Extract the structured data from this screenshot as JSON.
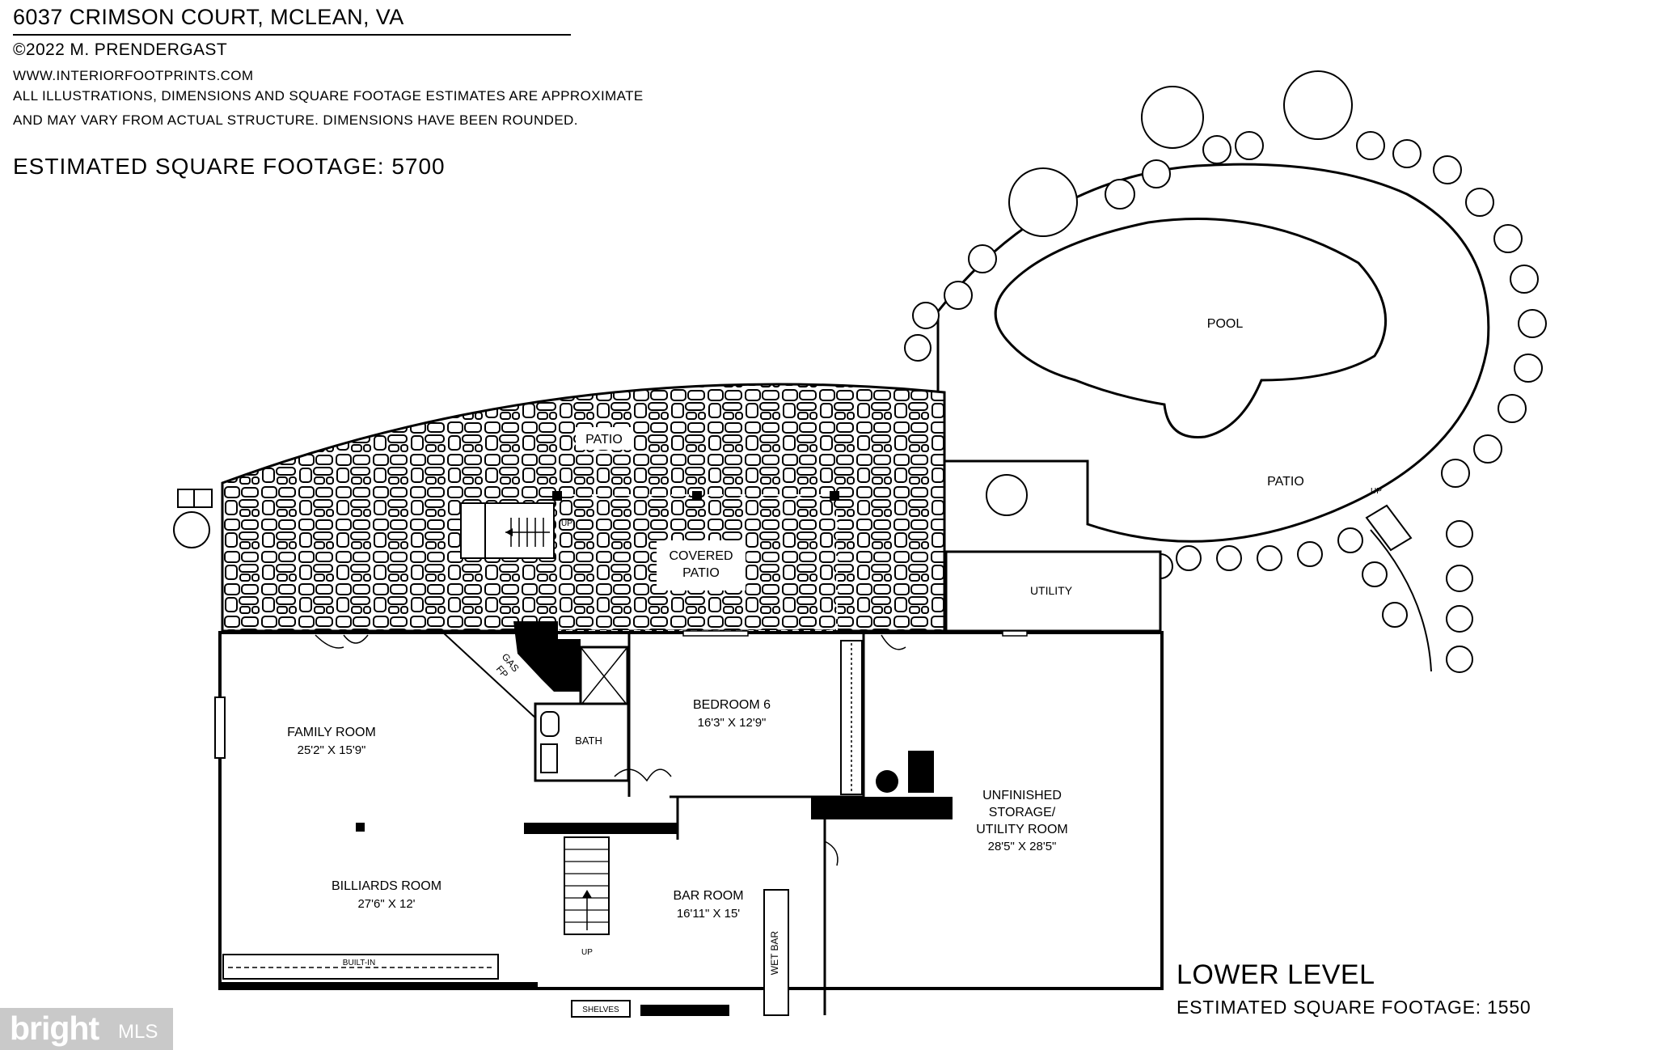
{
  "header": {
    "address": "6037 CRIMSON COURT, MCLEAN, VA",
    "copyright": "©2022 M. PRENDERGAST",
    "website": "WWW.INTERIORFOOTPRINTS.COM",
    "disclaimer_line1": "ALL ILLUSTRATIONS, DIMENSIONS AND SQUARE FOOTAGE ESTIMATES ARE APPROXIMATE",
    "disclaimer_line2": "AND MAY VARY FROM ACTUAL STRUCTURE. DIMENSIONS HAVE BEEN ROUNDED.",
    "total_estimate": "ESTIMATED SQUARE FOOTAGE: 5700"
  },
  "level": {
    "name": "LOWER LEVEL",
    "estimate": "ESTIMATED SQUARE FOOTAGE: 1550"
  },
  "areas": {
    "pool": "POOL",
    "patio_pool": "PATIO",
    "patio_stone": "PATIO",
    "covered_patio_line1": "COVERED",
    "covered_patio_line2": "PATIO",
    "utility": "UTILITY",
    "up_pool": "UP",
    "up_side": "UP",
    "up_patio": "UP",
    "up_stair": "UP"
  },
  "rooms": {
    "family": {
      "name": "FAMILY ROOM",
      "dims": "25'2\" X 15'9\""
    },
    "billiards": {
      "name": "BILLIARDS ROOM",
      "dims": "27'6\" X 12'"
    },
    "bedroom": {
      "name": "BEDROOM 6",
      "dims": "16'3\" X 12'9\""
    },
    "bath": {
      "name": "BATH"
    },
    "bar": {
      "name": "BAR ROOM",
      "dims": "16'11\" X 15'"
    },
    "storage": {
      "line1": "UNFINISHED",
      "line2": "STORAGE/",
      "line3": "UTILITY ROOM",
      "dims": "28'5\" X 28'5\""
    }
  },
  "labels": {
    "gas": "GAS",
    "fp": "FP",
    "built_in": "BUILT-IN",
    "wet_bar": "WET BAR",
    "shelves": "SHELVES"
  },
  "logo": {
    "brand": "bright",
    "suffix": "MLS"
  }
}
